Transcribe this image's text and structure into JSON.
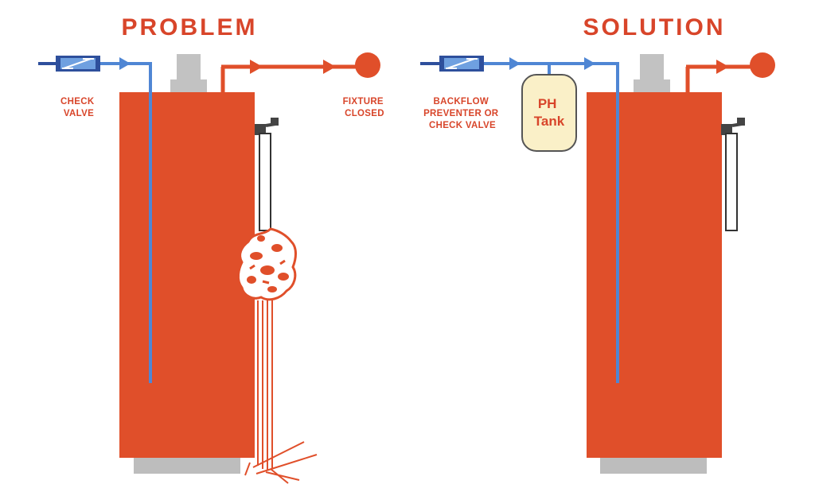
{
  "colors": {
    "heater": "#E04F2A",
    "hot_pipe": "#E04F2A",
    "cold_pipe": "#4F86D4",
    "cold_pipe_dark": "#2E4F9C",
    "valve_body": "#2E4F9C",
    "label_text": "#D8452A",
    "base_gray": "#BDBDBD",
    "flue_gray": "#C2C2C2",
    "ph_tank_fill": "#FAF0C8",
    "ph_tank_stroke": "#555555",
    "relief_valve": "#444444"
  },
  "problem": {
    "heading": "PROBLEM",
    "check_valve_label": [
      "CHECK",
      "VALVE"
    ],
    "fixture_label": [
      "FIXTURE",
      "CLOSED"
    ]
  },
  "solution": {
    "heading": "SOLUTION",
    "backflow_label": [
      "BACKFLOW",
      "PREVENTER OR",
      "CHECK VALVE"
    ],
    "ph_tank_label": [
      "PH",
      "Tank"
    ]
  },
  "icons": {
    "check_valve": "check-valve-icon",
    "fixture": "fixture-icon",
    "relief_valve": "relief-valve-icon",
    "expansion_tank": "expansion-tank-icon",
    "burst": "burst-icon"
  }
}
